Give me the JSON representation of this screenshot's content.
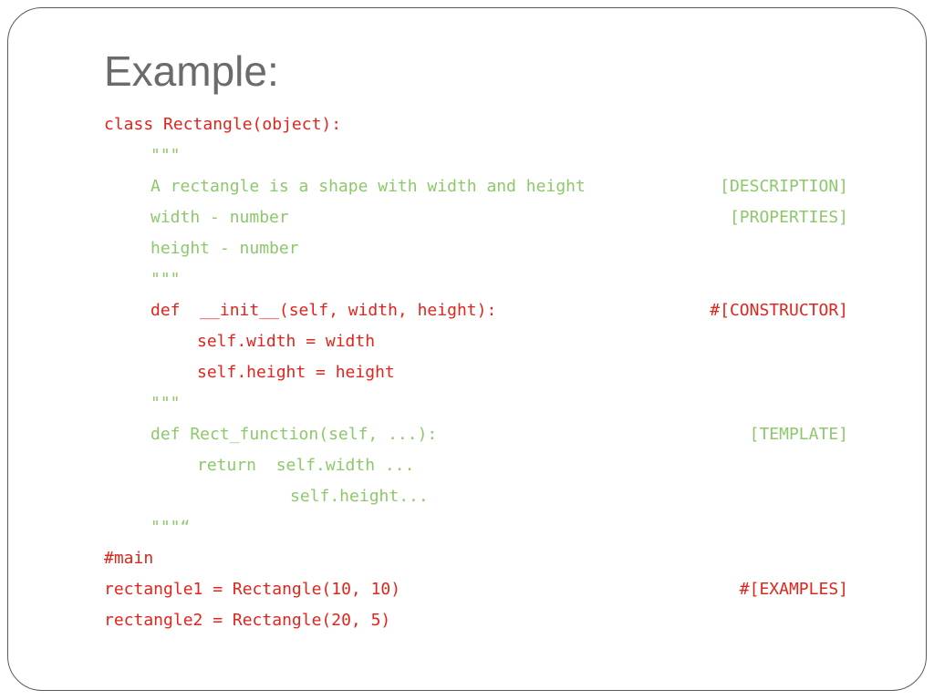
{
  "slide": {
    "title": "Example:",
    "lines": [
      {
        "text": "class Rectangle(object):",
        "tag": ""
      },
      {
        "text": "\"\"\"",
        "tag": ""
      },
      {
        "text": "A rectangle is a shape with width and height",
        "tag": "[DESCRIPTION]"
      },
      {
        "text": "width - number",
        "tag": "[PROPERTIES]"
      },
      {
        "text": "height - number",
        "tag": ""
      },
      {
        "text": "\"\"\"",
        "tag": ""
      },
      {
        "text": "def  __init__(self, width, height):",
        "tag": "#[CONSTRUCTOR]"
      },
      {
        "text": "self.width = width",
        "tag": ""
      },
      {
        "text": "self.height = height",
        "tag": ""
      },
      {
        "text": "\"\"\"",
        "tag": ""
      },
      {
        "text": "def Rect_function(self, ...):",
        "tag": "[TEMPLATE]"
      },
      {
        "text": "return  self.width ...",
        "tag": ""
      },
      {
        "text": "self.height...",
        "tag": ""
      },
      {
        "text": "\"\"\"“",
        "tag": ""
      },
      {
        "text": "#main",
        "tag": ""
      },
      {
        "text": "rectangle1 = Rectangle(10, 10)",
        "tag": "#[EXAMPLES]"
      },
      {
        "text": "rectangle2 = Rectangle(20, 5)",
        "tag": ""
      }
    ]
  },
  "colors": {
    "code_red": "#e1241c",
    "code_green": "#8dc86b",
    "title_gray": "#6b6b6b",
    "border": "#5a5a5a"
  }
}
